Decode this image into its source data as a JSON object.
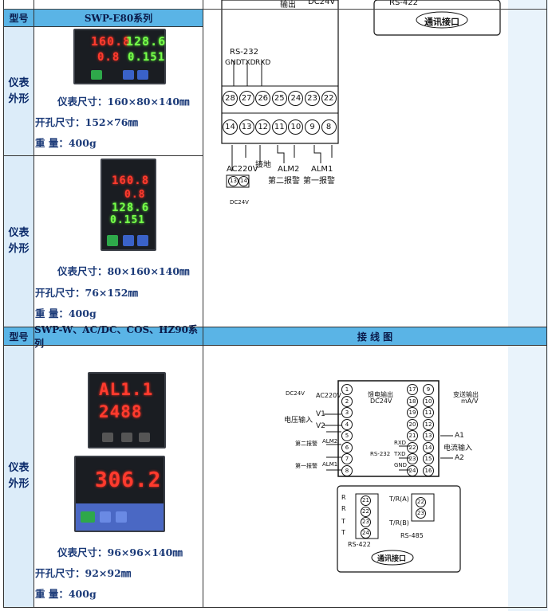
{
  "row1": {
    "label": "型号",
    "model": "SWP-E80系列"
  },
  "section1": {
    "side_label": "仪表\n外形",
    "display": {
      "d1": "160.8",
      "d2": "128.6",
      "d3": "0.8",
      "d4": "0.151"
    },
    "size": "仪表尺寸：160×80×140㎜",
    "cutout": "开孔尺寸：152×76㎜",
    "weight": "重 量：400g"
  },
  "section2": {
    "side_label": "仪表\n外形",
    "display": {
      "d1": "160.8",
      "d2": "0.8",
      "d3": "128.6",
      "d4": "0.151"
    },
    "size": "仪表尺寸：80×160×140㎜",
    "cutout": "开孔尺寸：76×152㎜",
    "weight": "重 量：400g"
  },
  "row2": {
    "label": "型号",
    "model": "SWP-W、AC/DC、COS、HZ90系列",
    "wiring_title": "接 线 图"
  },
  "section3": {
    "side_label": "仪表\n外形",
    "display": {
      "d1": "AL1.1",
      "d2": "2488",
      "d3": "306.2"
    },
    "size": "仪表尺寸：96×96×140㎜",
    "cutout": "开孔尺寸：92×92㎜",
    "weight": "重 量：400g"
  },
  "diagram1": {
    "output_label": "输出",
    "dc24v": "DC24V",
    "rs422": "RS-422",
    "comm_port": "通讯接口",
    "rs232": "RS-232",
    "gnd": "GND",
    "txd": "TXD",
    "rxd": "RXD",
    "top_terminals": [
      "28",
      "27",
      "26",
      "25",
      "24",
      "23",
      "22"
    ],
    "bottom_terminals": [
      "14",
      "13",
      "12",
      "11",
      "10",
      "9",
      "8"
    ],
    "ac220v": "AC220V",
    "ground": "接地",
    "alm2": "ALM2",
    "alm1": "ALM1",
    "alarm2": "第二报警",
    "alarm1": "第一报警",
    "small_terms": [
      "13",
      "14"
    ],
    "dc24v_small": "DC24V"
  },
  "diagram2": {
    "dc24v": "DC24V",
    "ac220v": "AC220V",
    "relay_out": "馈电输出",
    "relay_dc": "DC24V",
    "transmit_out": "变送输出",
    "transmit_unit": "mA/V",
    "v1": "V1",
    "v2": "V2",
    "voltage_in": "电压输入",
    "alm2": "ALM2",
    "alm1": "ALM1",
    "alarm2": "第二报警",
    "alarm1": "第一报警",
    "a1": "A1",
    "a2": "A2",
    "current_in": "电流输入",
    "rxd": "RXD",
    "txd": "TXD",
    "gnd": "GND",
    "rs232": "RS-232",
    "left_col": [
      "1",
      "2",
      "3",
      "4",
      "5",
      "6",
      "7",
      "8"
    ],
    "mid_col": [
      "17",
      "18",
      "19",
      "20",
      "21",
      "22",
      "23",
      "24"
    ],
    "right_col": [
      "9",
      "10",
      "11",
      "12",
      "13",
      "14",
      "15",
      "16"
    ],
    "r_plus": "R",
    "r_minus": "R",
    "t_plus": "T",
    "t_minus": "T",
    "rs422_terms": [
      "21",
      "22",
      "23",
      "24"
    ],
    "rs422": "RS-422",
    "tr_a": "T/R(A)",
    "tr_b": "T/R(B)",
    "rs485_terms": [
      "22",
      "23"
    ],
    "rs485": "RS-485",
    "comm_port": "通讯接口"
  }
}
